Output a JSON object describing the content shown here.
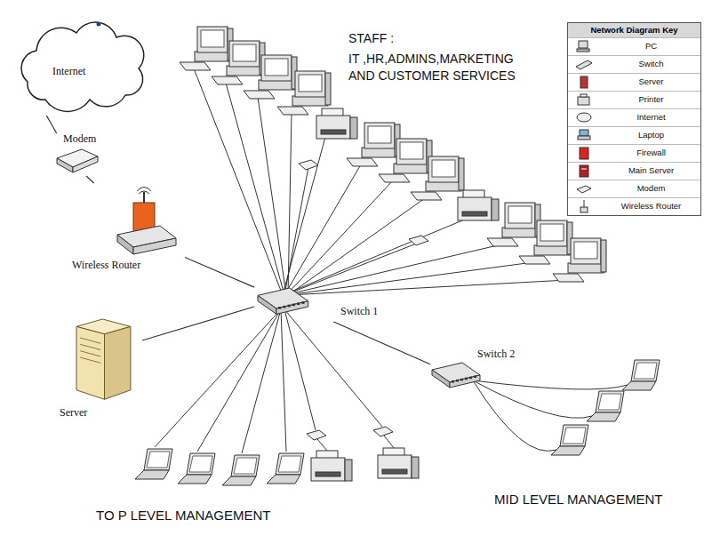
{
  "diagram": {
    "nodes": [
      {
        "text": [
          "Internet"
        ]
      },
      {
        "text": [
          "Modem"
        ]
      },
      {
        "text": [
          "Wireless Router"
        ]
      },
      {
        "text": [
          "Switch 1"
        ]
      },
      {
        "text": [
          "Server"
        ]
      },
      {
        "text": [
          "Switch 2"
        ]
      }
    ],
    "edges": [
      {
        "from": 0,
        "to": 1,
        "arrow": "none"
      },
      {
        "from": 1,
        "to": 2,
        "arrow": "none"
      },
      {
        "from": 2,
        "to": 3,
        "arrow": "none"
      },
      {
        "from": 3,
        "to": 4,
        "arrow": "none"
      },
      {
        "from": 3,
        "to": 5,
        "arrow": "none"
      }
    ],
    "labels": [
      "STAFF :",
      "IT ,HR,ADMINS,MARKETING AND CUSTOMER SERVICES",
      "TO P LEVEL MANAGEMENT",
      "MID LEVEL MANAGEMENT",
      "Network Diagram Key"
    ],
    "legend": [
      {
        "text": "PC"
      },
      {
        "text": "Switch"
      },
      {
        "text": "Server"
      },
      {
        "text": "Printer"
      },
      {
        "text": "Internet"
      },
      {
        "text": "Laptop"
      },
      {
        "text": "Firewall"
      },
      {
        "text": "Main Server"
      },
      {
        "text": "Modem"
      },
      {
        "text": "Wireless Router"
      }
    ]
  }
}
